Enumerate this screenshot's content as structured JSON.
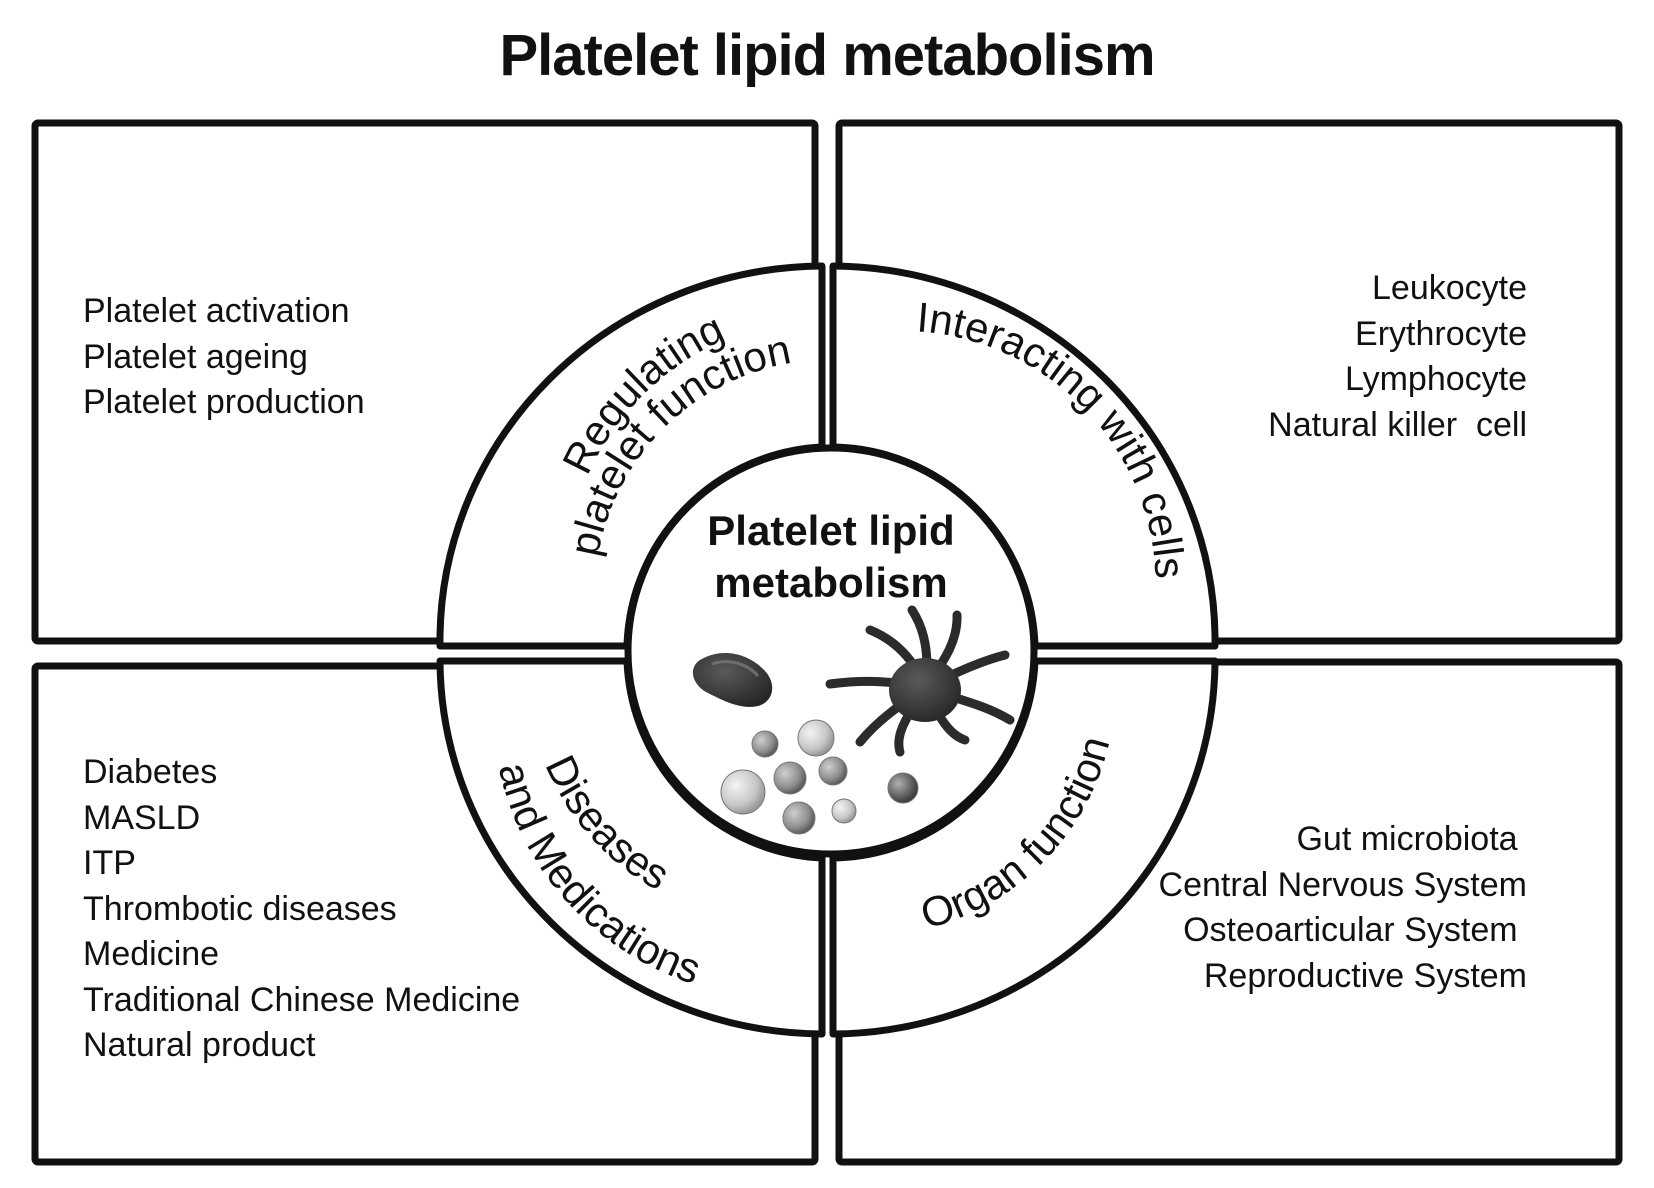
{
  "title": "Platelet lipid metabolism",
  "center": {
    "line1": "Platelet lipid",
    "line2": "metabolism"
  },
  "ring_labels": {
    "top_left": {
      "line1": "Regulating",
      "line2": "platelet function"
    },
    "top_right": {
      "line1": "Interacting with  cells"
    },
    "bottom_left": {
      "line1": "Diseases",
      "line2": "and Medications"
    },
    "bottom_right": {
      "line1": "Organ function"
    }
  },
  "panels": {
    "top_left": [
      "Platelet activation",
      "Platelet ageing",
      "Platelet production"
    ],
    "top_right": [
      "Leukocyte",
      "Erythrocyte",
      "Lymphocyte",
      "Natural killer  cell"
    ],
    "bottom_left": [
      "Diabetes",
      "MASLD",
      "ITP",
      "Thrombotic diseases",
      "Medicine",
      "Traditional Chinese Medicine",
      "Natural product"
    ],
    "bottom_right": [
      "Gut microbiota ",
      "Central Nervous System",
      "Osteoarticular System ",
      "Reproductive System"
    ]
  },
  "colors": {
    "stroke": "#111111",
    "background": "#ffffff",
    "cell_dark": "#3a3a3a",
    "cell_light": "#c8c8c8"
  },
  "icons": [
    "red-blood-cell-icon",
    "dendritic-cell-icon",
    "lipid-droplets-icon"
  ]
}
